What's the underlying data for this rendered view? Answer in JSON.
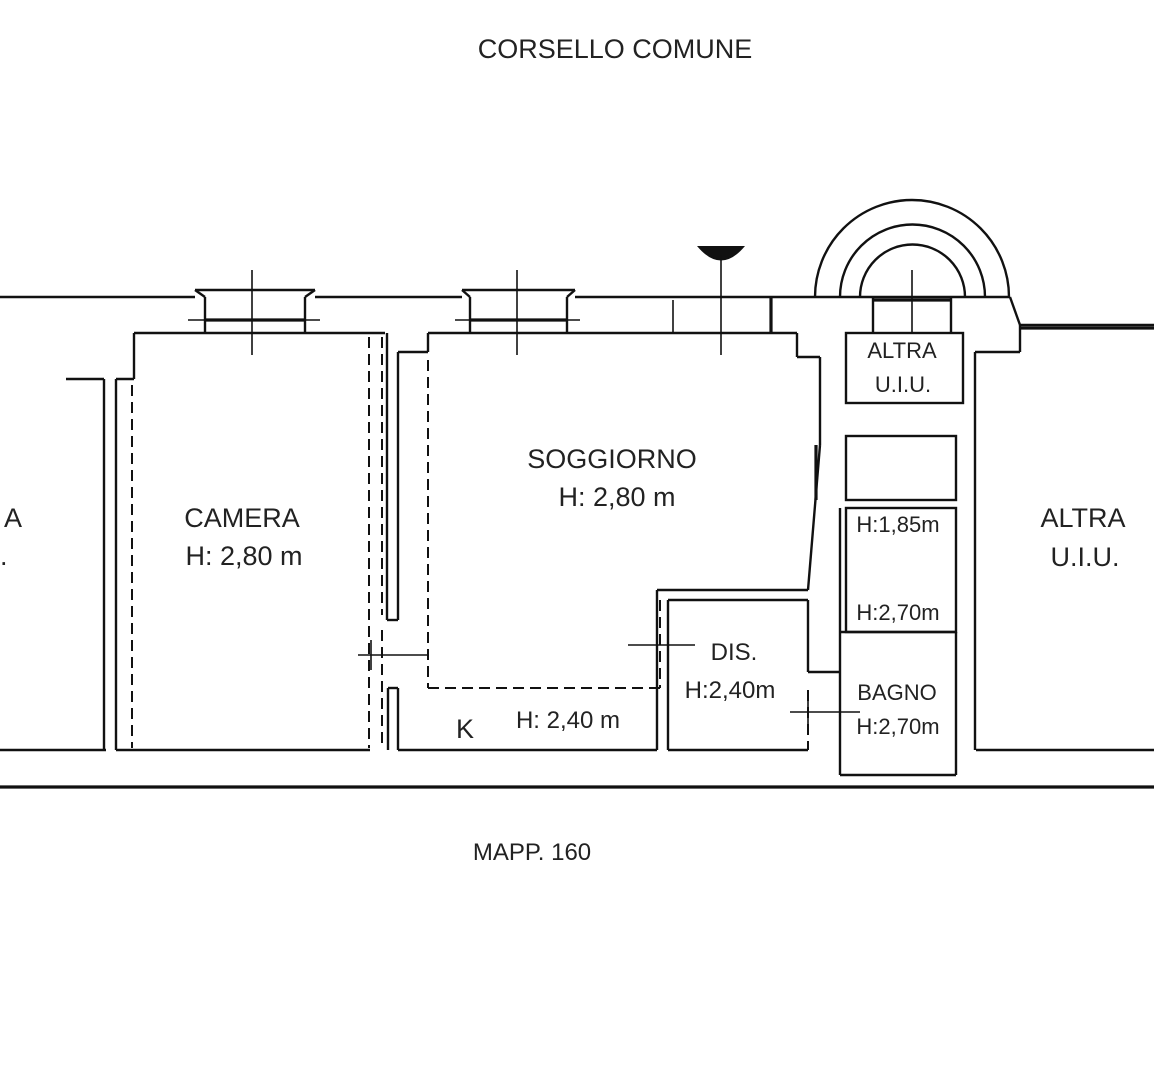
{
  "plan": {
    "title": "CORSELLO COMUNE",
    "footer": "MAPP. 160",
    "rooms": {
      "left_partial": {
        "line1": "A",
        "line2": "."
      },
      "camera": {
        "name": "CAMERA",
        "height": "H: 2,80 m"
      },
      "soggiorno": {
        "name": "SOGGIORNO",
        "height": "H: 2,80 m"
      },
      "altra_top": {
        "line1": "ALTRA",
        "line2": "U.I.U."
      },
      "altra_right": {
        "line1": "ALTRA",
        "line2": "U.I.U."
      },
      "h185": {
        "height": "H:1,85m"
      },
      "h270_upper": {
        "height": "H:2,70m"
      },
      "dis": {
        "name": "DIS.",
        "height": "H:2,40m"
      },
      "bagno": {
        "name": "BAGNO",
        "height": "H:2,70m"
      },
      "kitchen": {
        "name": "K",
        "height": "H: 2,40 m"
      }
    }
  }
}
